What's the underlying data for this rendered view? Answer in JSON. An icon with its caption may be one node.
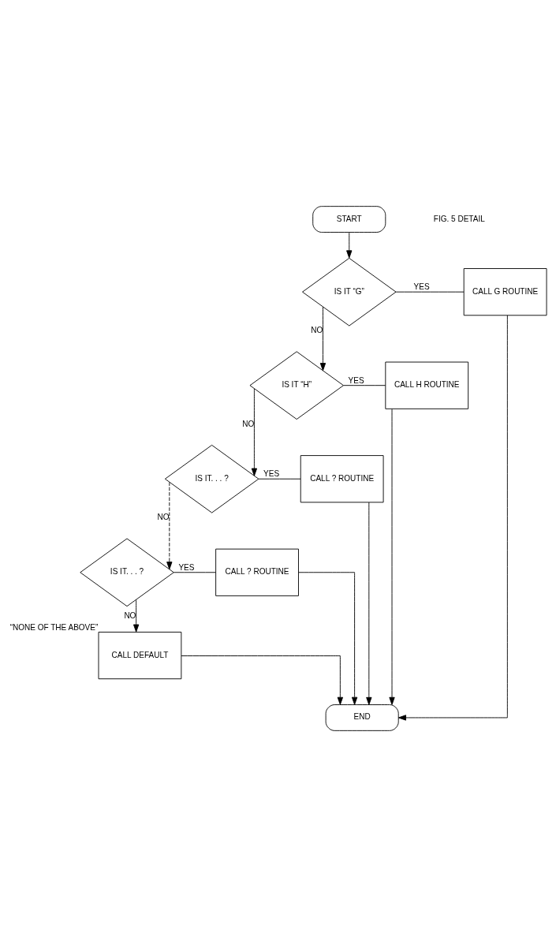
{
  "diagram": {
    "nodes": [
      {
        "text": [
          "START"
        ]
      },
      {
        "text": [
          "IS IT “G”"
        ]
      },
      {
        "text": [
          "CALL G ROUTINE"
        ]
      },
      {
        "text": [
          "IS IT “H”"
        ]
      },
      {
        "text": [
          "CALL H ROUTINE"
        ]
      },
      {
        "text": [
          "IS IT. . . ?"
        ]
      },
      {
        "text": [
          "CALL ? ROUTINE"
        ]
      },
      {
        "text": [
          "IS IT. . . ?"
        ]
      },
      {
        "text": [
          "CALL ? ROUTINE"
        ]
      },
      {
        "text": [
          "CALL DEFAULT"
        ],
        "beside": [
          "“NONE OF THE ABOVE”"
        ]
      },
      {
        "text": [
          "END"
        ]
      }
    ],
    "edges": [
      {
        "from": 0,
        "to": 1,
        "arrow": "to"
      },
      {
        "from": 1,
        "to": 2,
        "arrow": "none",
        "label": "YES"
      },
      {
        "from": 1,
        "to": 3,
        "arrow": "to",
        "label": "NO"
      },
      {
        "from": 3,
        "to": 4,
        "arrow": "none",
        "label": "YES"
      },
      {
        "from": 3,
        "to": 5,
        "arrow": "to",
        "label": "NO"
      },
      {
        "from": 5,
        "to": 6,
        "arrow": "none",
        "label": "YES"
      },
      {
        "from": 5,
        "to": 7,
        "arrow": "to",
        "label": "NO",
        "style": "dashed"
      },
      {
        "from": 7,
        "to": 8,
        "arrow": "none",
        "label": "YES"
      },
      {
        "from": 7,
        "to": 9,
        "arrow": "to",
        "label": "NO"
      },
      {
        "from": 2,
        "to": 10,
        "arrow": "to"
      },
      {
        "from": 4,
        "to": 10,
        "arrow": "to"
      },
      {
        "from": 6,
        "to": 10,
        "arrow": "to"
      },
      {
        "from": 8,
        "to": 10,
        "arrow": "to"
      },
      {
        "from": 9,
        "to": 10,
        "arrow": "to"
      }
    ],
    "labels": [
      "FIG. 5 DETAIL"
    ]
  }
}
